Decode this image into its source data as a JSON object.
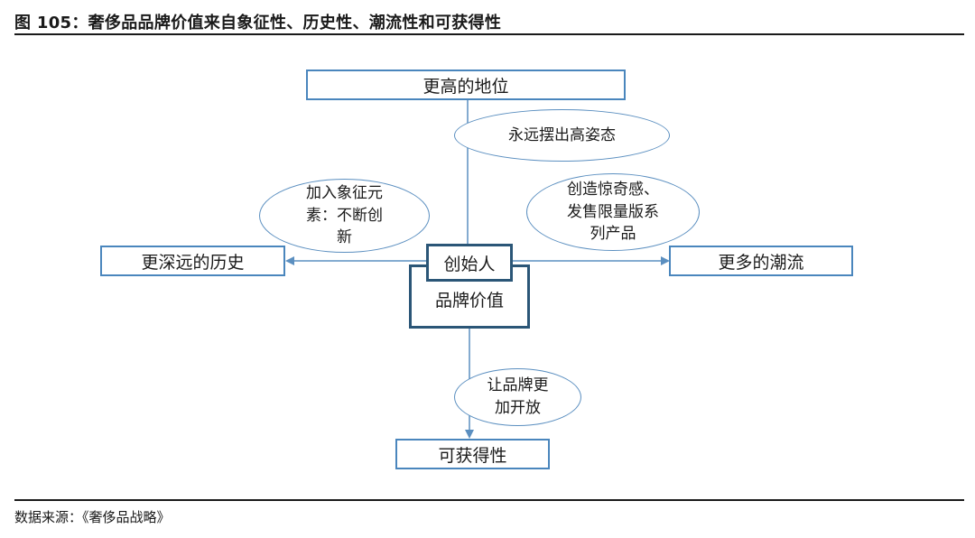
{
  "figure": {
    "title": "图 105：奢侈品品牌价值来自象征性、历史性、潮流性和可获得性",
    "source": "数据来源：《奢侈品战略》"
  },
  "center": {
    "founder_label": "创始人",
    "value_label": "品牌价值"
  },
  "boxes": {
    "top": "更高的地位",
    "left": "更深远的历史",
    "right": "更多的潮流",
    "bottom": "可获得性"
  },
  "ovals": {
    "top": [
      "永远摆出高姿态"
    ],
    "left": [
      "加入象征元",
      "素：不断创",
      "新"
    ],
    "right": [
      "创造惊奇感、",
      "发售限量版系",
      "列产品"
    ],
    "bottom": [
      "让品牌更",
      "加开放"
    ]
  },
  "colors": {
    "box_border": "#4a86bd",
    "center_border": "#2b5677",
    "arrow": "#5b8fc0"
  }
}
